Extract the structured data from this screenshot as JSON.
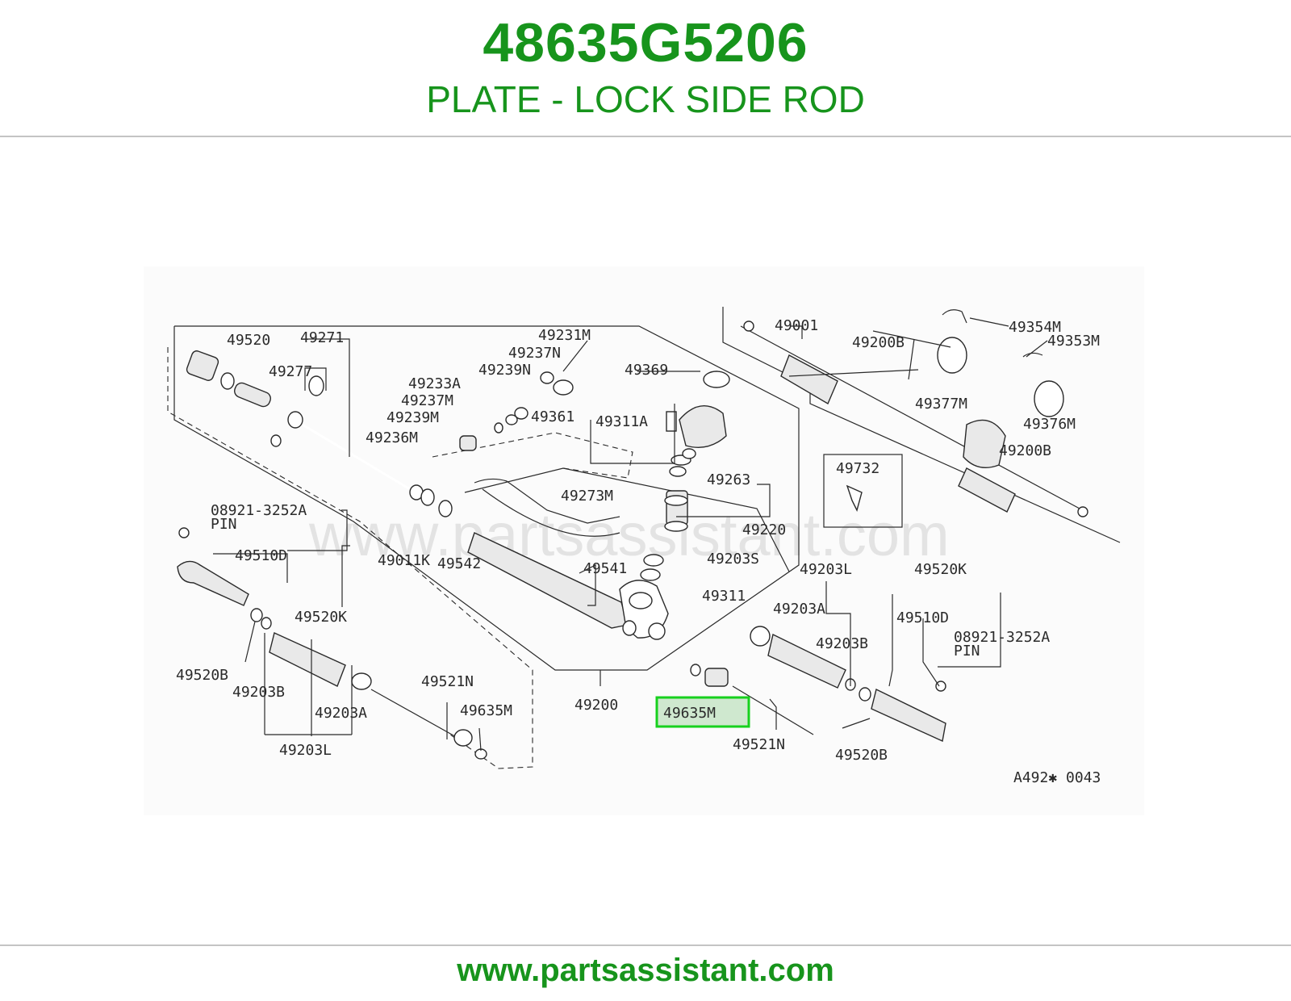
{
  "header": {
    "part_number": "48635G5206",
    "part_name": "PLATE - LOCK SIDE ROD"
  },
  "diagram": {
    "watermark": "www.partsassistant.com",
    "diagram_code": "A492✱ 0043",
    "highlight_color": "#17d11e",
    "highlighted_part": "49635M",
    "labels": [
      "49520",
      "49271",
      "49277",
      "49231M",
      "49237N",
      "49239N",
      "49233A",
      "49237M",
      "49239M",
      "49236M",
      "49369",
      "49361",
      "49311A",
      "49263",
      "49273M",
      "49220",
      "49203S",
      "49541",
      "49311",
      "49011K",
      "49542",
      "08921-3252A",
      "PIN",
      "49510D",
      "49520K",
      "49520B",
      "49203B",
      "49203A",
      "49203L",
      "49521N",
      "49635M",
      "49200",
      "49001",
      "49200B",
      "49354M",
      "49353M",
      "49377M",
      "49376M",
      "49732",
      "49203L",
      "49203A",
      "49203B",
      "49520K",
      "49510D",
      "08921-3252A",
      "PIN",
      "49635M",
      "49521N",
      "49520B",
      "49200B"
    ]
  },
  "footer": {
    "url": "www.partsassistant.com"
  },
  "colors": {
    "brand_green": "#17941c",
    "rule_gray": "#c4c4c4"
  }
}
